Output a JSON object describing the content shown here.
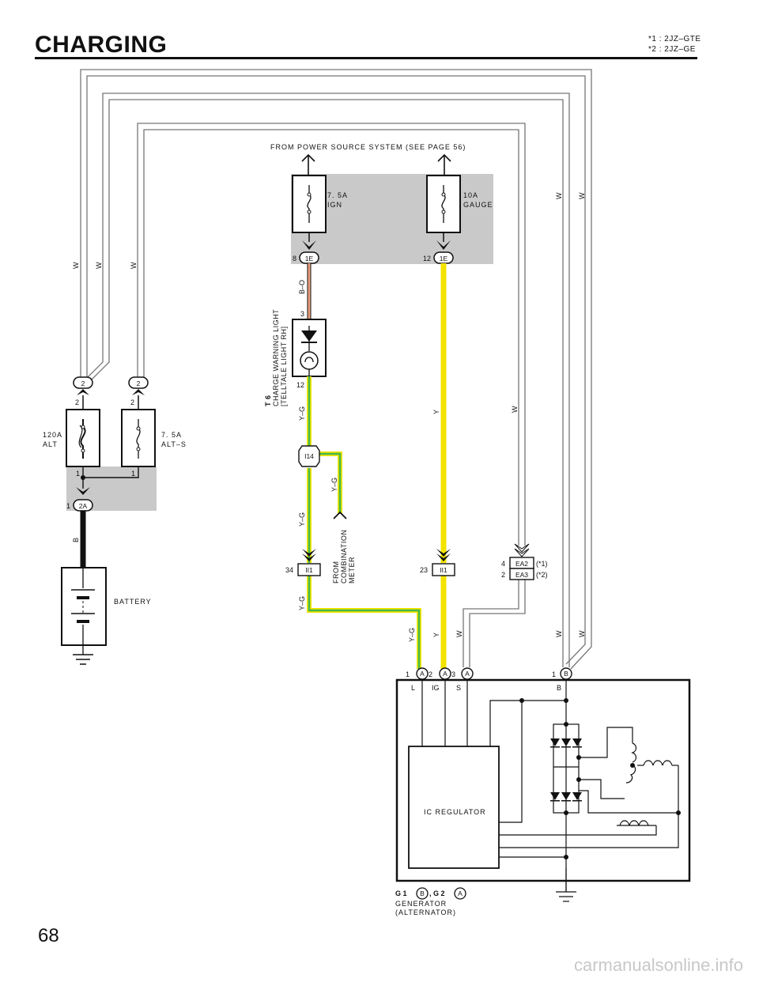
{
  "header": {
    "title": "CHARGING",
    "notes": [
      "*1 : 2JZ–GTE",
      "*2 : 2JZ–GE"
    ]
  },
  "footer": {
    "page_number": "68",
    "watermark": "carmanualsonline.info"
  },
  "diagram": {
    "power_source": "FROM POWER SOURCE SYSTEM (SEE PAGE 56)",
    "fuses": {
      "ign": [
        "7. 5A",
        "IGN"
      ],
      "gauge": [
        "10A",
        "GAUGE"
      ],
      "alt": [
        "120A",
        "ALT"
      ],
      "alt_s": [
        "7. 5A",
        "ALT–S"
      ]
    },
    "connectors": {
      "c_1e_left": "1E",
      "c_1e_right": "1E",
      "c_i14": "I14",
      "c_ii1_left": "II1",
      "c_ii1_right": "II1",
      "c_ea2": "EA2",
      "c_ea3": "EA3",
      "c_2a": "2A",
      "c_2_left": "2",
      "c_2_right": "2",
      "c_a1": "A",
      "c_a2": "A",
      "c_a3": "A",
      "c_b1": "B"
    },
    "pins": {
      "p_8": "8",
      "p_12": "12",
      "p_3": "3",
      "p_12b": "12",
      "p_2a": "2",
      "p_2b": "2",
      "p_1a": "1",
      "p_1b": "1",
      "p_1c": "1",
      "p_34": "34",
      "p_23": "23",
      "p_4": "4",
      "p_2c": "2",
      "p_g1": "1",
      "p_g2": "2",
      "p_g3": "3",
      "p_g4": "1"
    },
    "variants": {
      "ea2": "(*1)",
      "ea3": "(*2)"
    },
    "wire_colors": {
      "w1": "W",
      "w2": "W",
      "w3": "W",
      "w4": "W",
      "w5": "W",
      "w6": "W",
      "w7": "W",
      "w8": "W",
      "w9": "W",
      "bo": "B–O",
      "yg1": "Y–G",
      "yg2": "Y–G",
      "yg3": "Y–G",
      "yg4": "Y–G",
      "yg5": "Y–G",
      "y1": "Y",
      "y2": "Y",
      "b": "B"
    },
    "warning_light": {
      "code": "T 6",
      "line1": "CHARGE WARNING LIGHT",
      "line2": "[TELLTALE LIGHT RH]"
    },
    "from_meter": [
      "FROM",
      "COMBINATION",
      "METER"
    ],
    "battery": "BATTERY",
    "generator": {
      "terminals": [
        "L",
        "IG",
        "S",
        "B"
      ],
      "regulator": "IC REGULATOR",
      "code_g1": "G 1",
      "conn_b": "B",
      "code_g2": ", G 2",
      "conn_a": "A",
      "name1": "GENERATOR",
      "name2": "(ALTERNATOR)"
    },
    "colors": {
      "wire_yellow": "#f2e400",
      "wire_green": "#44b84a",
      "wire_orange": "#e9a07a",
      "shade": "#c9c9c9"
    }
  }
}
